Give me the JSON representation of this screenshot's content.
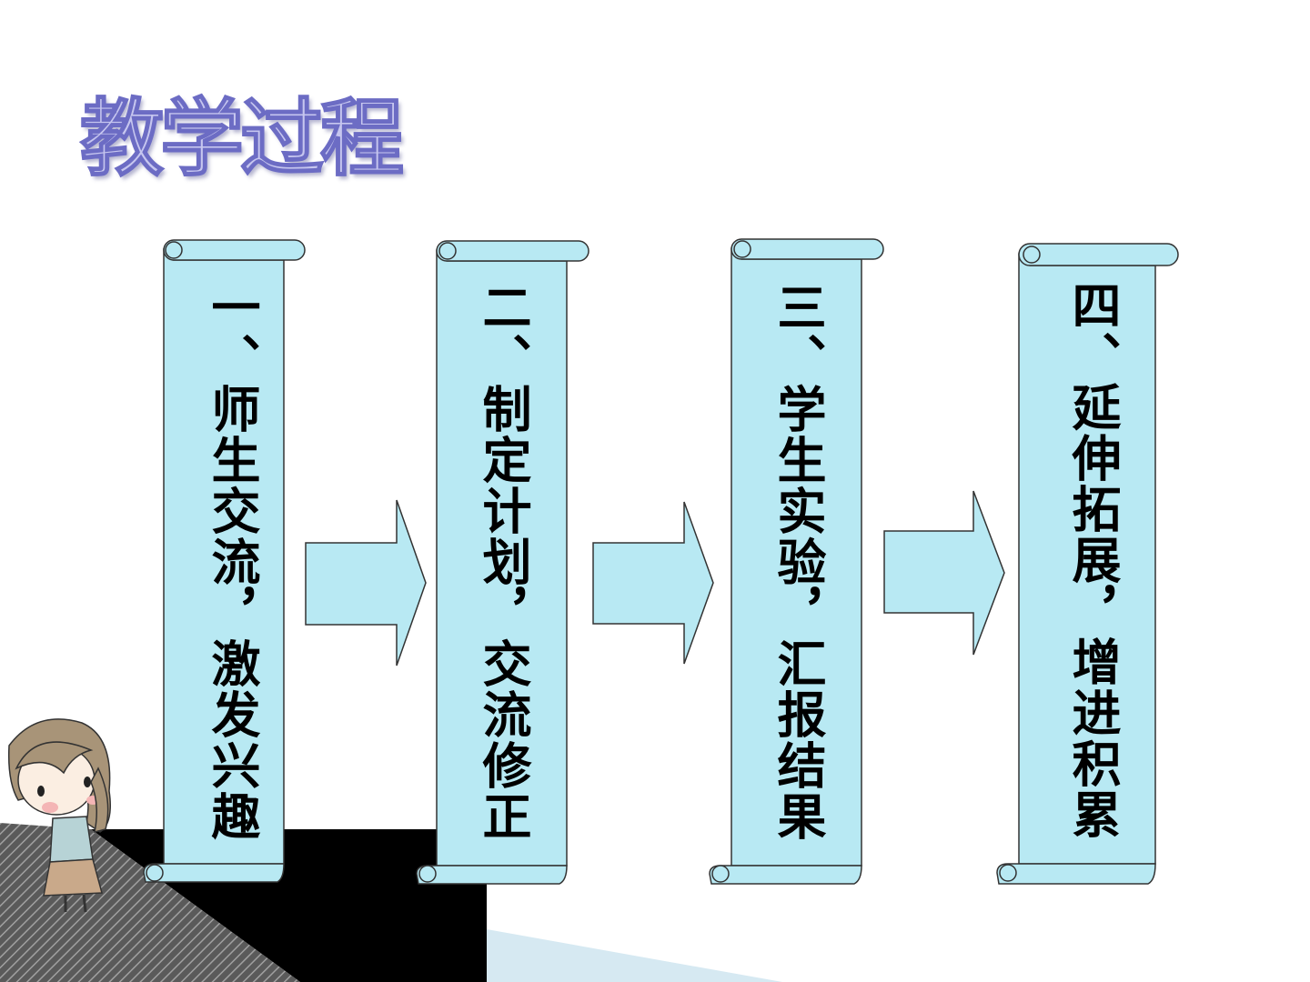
{
  "slide": {
    "title": "教学过程"
  },
  "steps": [
    {
      "label": "一、师生交流，激发兴趣"
    },
    {
      "label": "二、制定计划，交流修正"
    },
    {
      "label": "三、学生实验，汇报结果"
    },
    {
      "label": "四、延伸拓展，增进积累"
    }
  ],
  "colors": {
    "scroll_fill": "#b8e9f3",
    "arrow_fill": "#b8e9f3",
    "outline": "#333333",
    "title_fill": "#c6c6ef",
    "title_stroke": "#6c6cc4"
  },
  "icons": [
    "scroll-shape",
    "right-arrow",
    "girl-illustration"
  ]
}
